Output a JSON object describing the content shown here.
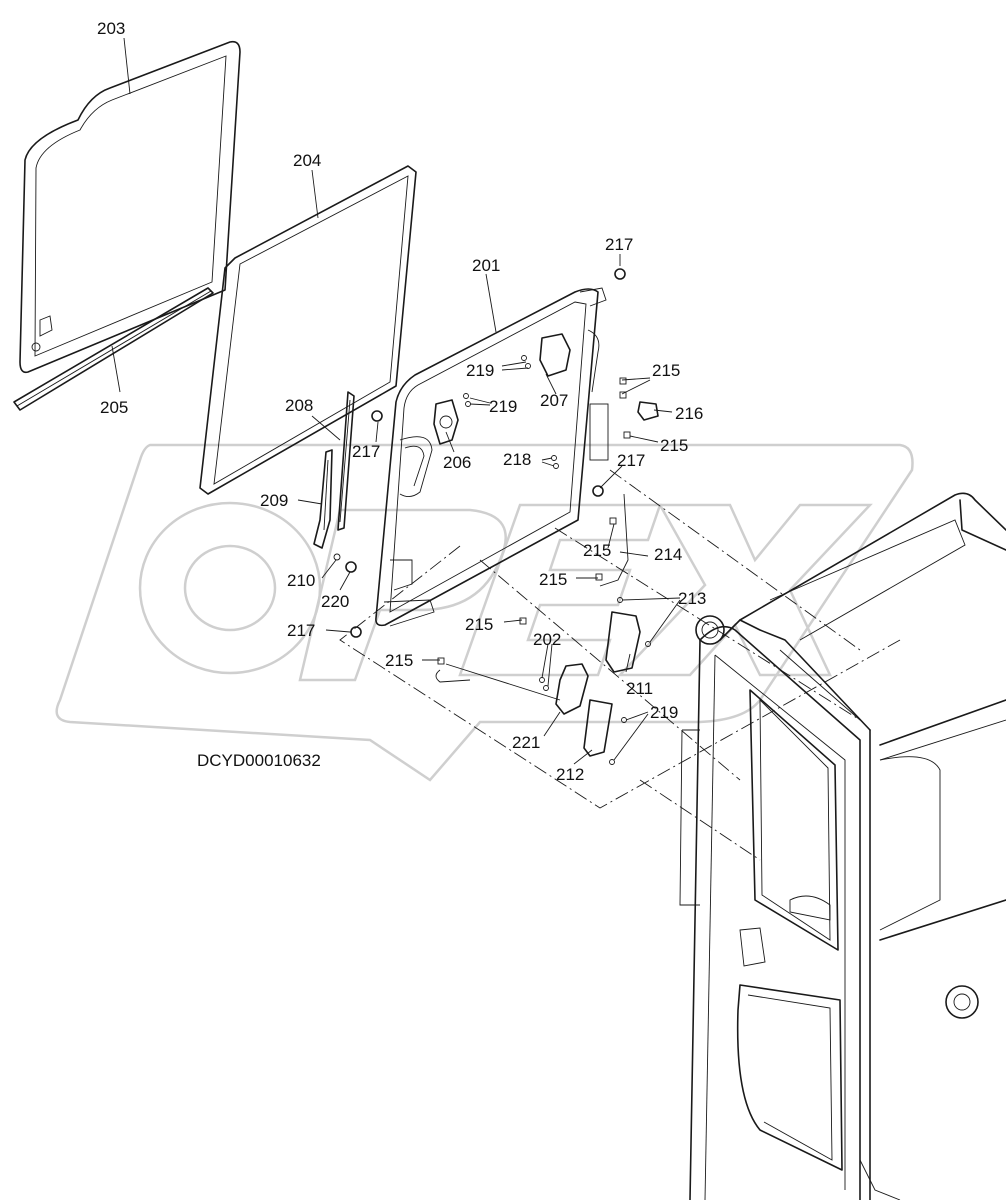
{
  "diagram_code": "DCYD00010632",
  "watermark_text": "OPEX",
  "callouts": {
    "c201": "201",
    "c202": "202",
    "c203": "203",
    "c204": "204",
    "c205": "205",
    "c206": "206",
    "c207": "207",
    "c208": "208",
    "c209": "209",
    "c210": "210",
    "c211": "211",
    "c212": "212",
    "c213": "213",
    "c214": "214",
    "c215": "215",
    "c216": "216",
    "c217": "217",
    "c218": "218",
    "c219": "219",
    "c220": "220",
    "c221": "221"
  },
  "colors": {
    "line": "#1a1a1a",
    "watermark": "#cfcfcf",
    "background": "#ffffff"
  }
}
